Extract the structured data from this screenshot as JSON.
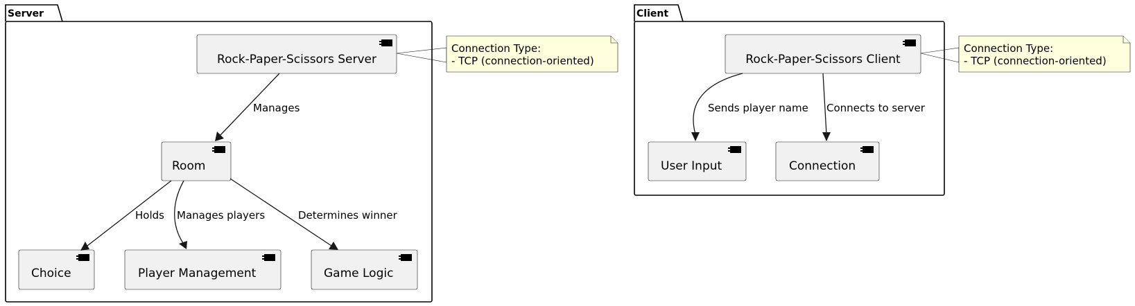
{
  "packages": {
    "server": {
      "title": "Server"
    },
    "client": {
      "title": "Client"
    }
  },
  "components": {
    "rps_server": "Rock-Paper-Scissors Server",
    "room": "Room",
    "choice": "Choice",
    "player_management": "Player Management",
    "game_logic": "Game Logic",
    "rps_client": "Rock-Paper-Scissors Client",
    "user_input": "User Input",
    "connection": "Connection"
  },
  "edges": {
    "server_to_room": "Manages",
    "room_to_choice": "Holds",
    "room_to_player_management": "Manages players",
    "room_to_game_logic": "Determines winner",
    "client_to_user_input": "Sends player name",
    "client_to_connection": "Connects to server"
  },
  "notes": {
    "server_note": {
      "line1": "Connection Type:",
      "line2": "- TCP (connection-oriented)"
    },
    "client_note": {
      "line1": "Connection Type:",
      "line2": "- TCP (connection-oriented)"
    }
  }
}
